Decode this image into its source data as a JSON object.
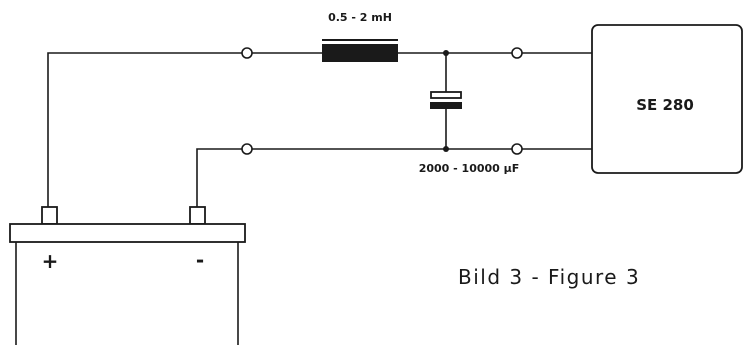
{
  "inductor_label": "0.5 - 2 mH",
  "capacitor_label": "2000 - 10000 µF",
  "device_label": "SE 280",
  "battery": {
    "plus_label": "+",
    "minus_label": "-"
  },
  "caption": "Bild 3 - Figure 3"
}
